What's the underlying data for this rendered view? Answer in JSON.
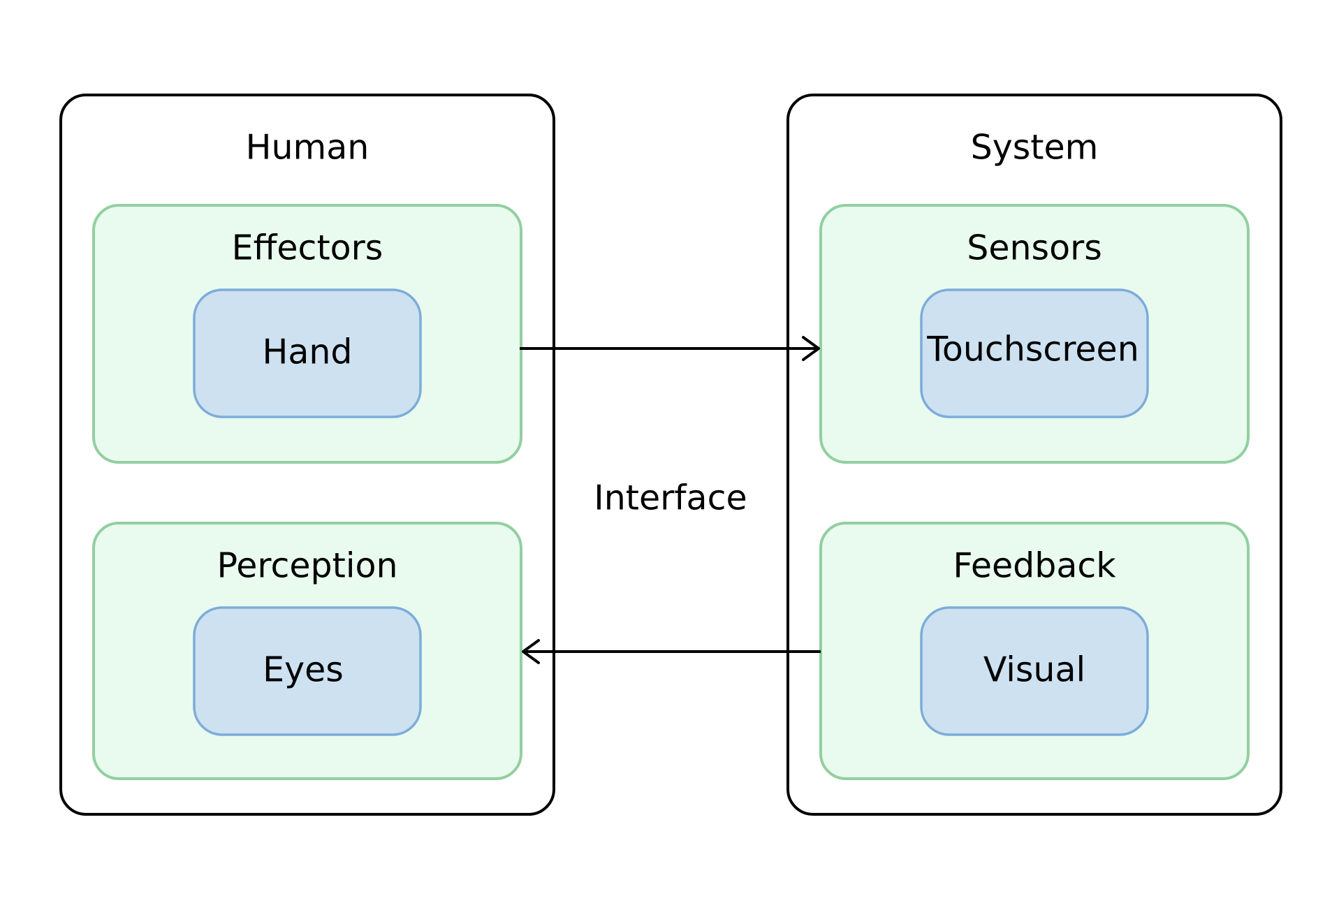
{
  "human": {
    "title": "Human",
    "effectors": {
      "title": "Effectors",
      "item": "Hand"
    },
    "perception": {
      "title": "Perception",
      "item": "Eyes"
    }
  },
  "system": {
    "title": "System",
    "sensors": {
      "title": "Sensors",
      "item": "Touchscreen"
    },
    "feedback": {
      "title": "Feedback",
      "item": "Visual"
    }
  },
  "interface_label": "Interface",
  "colors": {
    "outer_stroke": "#000000",
    "group_fill": "#e9fbef",
    "group_stroke": "#92cfa0",
    "item_fill": "#cde1f1",
    "item_stroke": "#7cacd9"
  }
}
